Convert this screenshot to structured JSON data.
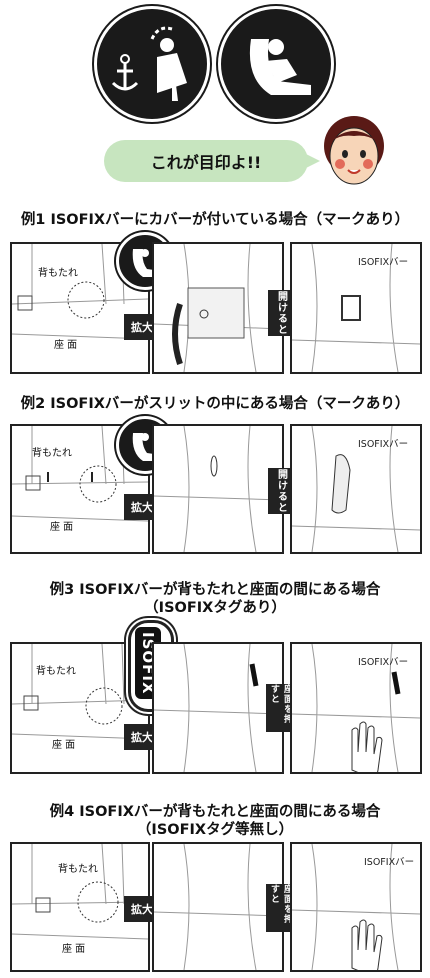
{
  "callout": "これが目印よ!!",
  "examples": [
    {
      "title": "例1 ISOFIXバーにカバーが付いている場合（マークあり）",
      "backrest": "背もたれ",
      "seat": "座 面",
      "zoom": "拡大",
      "action": "開けると",
      "bar": "ISOFIXバー"
    },
    {
      "title": "例2 ISOFIXバーがスリットの中にある場合（マークあり）",
      "backrest": "背もたれ",
      "seat": "座 面",
      "zoom": "拡大",
      "action": "開けると",
      "bar": "ISOFIXバー"
    },
    {
      "title_line1": "例3 ISOFIXバーが背もたれと座面の間にある場合",
      "title_line2": "（ISOFIXタグあり）",
      "backrest": "背もたれ",
      "seat": "座 面",
      "zoom": "拡大",
      "action": "座面を押すと",
      "bar": "ISOFIXバー",
      "tag": "ISOFIX"
    },
    {
      "title_line1": "例4 ISOFIXバーが背もたれと座面の間にある場合",
      "title_line2": "（ISOFIXタグ等無し）",
      "backrest": "背もたれ",
      "seat": "座 面",
      "zoom": "拡大",
      "action": "座面を押すと",
      "bar": "ISOFIXバー"
    }
  ],
  "icons": {
    "top_left": "child-seat-anchor-icon",
    "top_right": "child-seat-icon",
    "face": "girl-face-icon",
    "hand": "hand-icon"
  }
}
